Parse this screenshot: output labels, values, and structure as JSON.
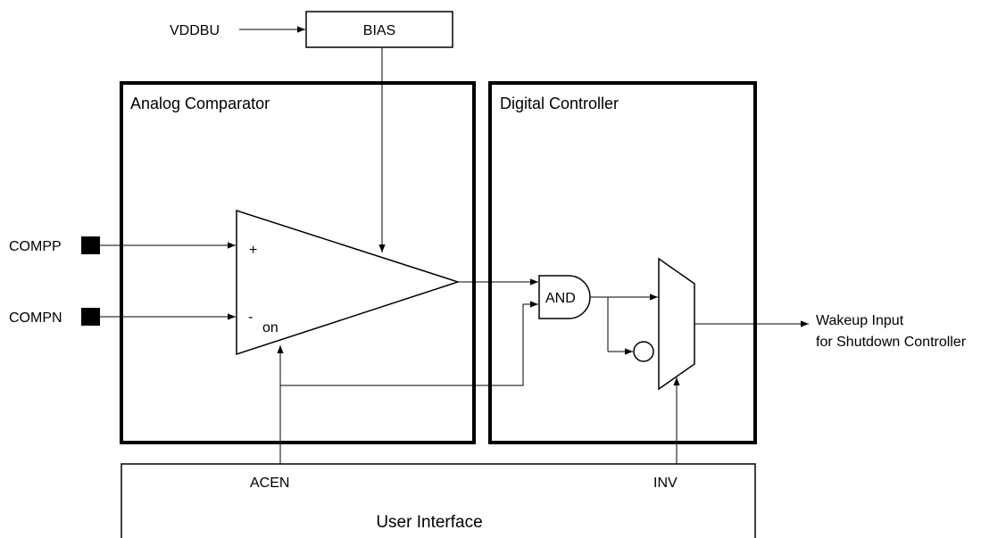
{
  "diagram": {
    "bias_label": "BIAS",
    "vddbu_label": "VDDBU",
    "analog_title": "Analog Comparator",
    "digital_title": "Digital Controller",
    "plus_sign": "+",
    "minus_sign": "-",
    "on_label": "on",
    "compp_label": "COMPP",
    "compn_label": "COMPN",
    "and_label": "AND",
    "output_line1": "Wakeup Input",
    "output_line2": "for Shutdown Controller",
    "acen_label": "ACEN",
    "inv_label": "INV",
    "ui_label": "User Interface"
  }
}
